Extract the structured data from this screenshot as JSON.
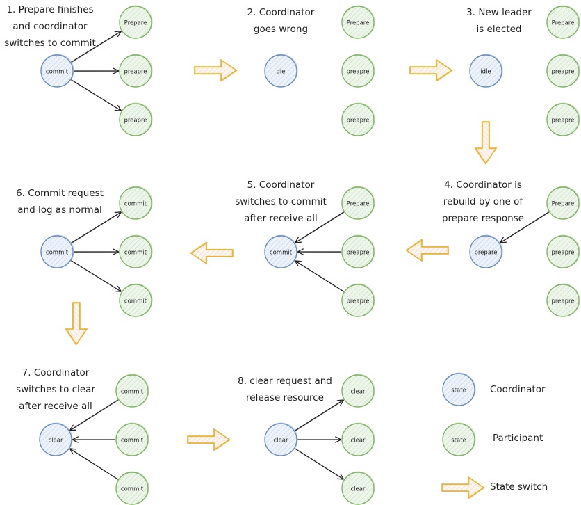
{
  "colors": {
    "coordinator_stroke": "#6c8ebf",
    "coordinator_fill": "#dae8fc",
    "participant_stroke": "#82b366",
    "participant_fill": "#d5e8d4",
    "state_switch_stroke": "#e6b12e",
    "state_switch_fill": "#fde9d9",
    "message_arrow": "#1e1e1e"
  },
  "steps": [
    {
      "id": 1,
      "caption": [
        "1. Prepare finishes",
        "and coordinator",
        "switches to commit"
      ],
      "coordinator": "commit",
      "participants": [
        "Prepare",
        "preapre",
        "preapre"
      ],
      "message_direction": "to-participants",
      "message_targets": [
        0,
        1,
        2
      ]
    },
    {
      "id": 2,
      "caption": [
        "2. Coordinator",
        "goes wrong"
      ],
      "coordinator": "die",
      "participants": [
        "Prepare",
        "preapre",
        "preapre"
      ],
      "message_direction": "none",
      "message_targets": []
    },
    {
      "id": 3,
      "caption": [
        "3. New leader",
        "is elected"
      ],
      "coordinator": "idle",
      "participants": [
        "Prepare",
        "preapre",
        "preapre"
      ],
      "message_direction": "none",
      "message_targets": []
    },
    {
      "id": 4,
      "caption": [
        "4. Coordinator is",
        "rebuild by one of",
        "prepare response"
      ],
      "coordinator": "prepare",
      "participants": [
        "Prepare",
        "preapre",
        "preapre"
      ],
      "message_direction": "to-coordinator",
      "message_targets": [
        0
      ]
    },
    {
      "id": 5,
      "caption": [
        "5. Coordinator",
        "switches to commit",
        "after receive all"
      ],
      "coordinator": "commit",
      "participants": [
        "Prepare",
        "preapre",
        "preapre"
      ],
      "message_direction": "to-coordinator",
      "message_targets": [
        0,
        1,
        2
      ]
    },
    {
      "id": 6,
      "caption": [
        "6. Commit request",
        "and log as normal"
      ],
      "coordinator": "commit",
      "participants": [
        "commit",
        "commit",
        "commit"
      ],
      "message_direction": "to-participants",
      "message_targets": [
        0,
        1,
        2
      ]
    },
    {
      "id": 7,
      "caption": [
        "7. Coordinator",
        "switches to clear",
        "after receive all"
      ],
      "coordinator": "clear",
      "participants": [
        "commit",
        "commit",
        "commit"
      ],
      "message_direction": "to-coordinator",
      "message_targets": [
        0,
        1,
        2
      ]
    },
    {
      "id": 8,
      "caption": [
        "8. clear request and",
        "release resource"
      ],
      "coordinator": "clear",
      "participants": [
        "clear",
        "clear",
        "clear"
      ],
      "message_direction": "to-participants",
      "message_targets": [
        0,
        1,
        2
      ]
    }
  ],
  "transitions": [
    {
      "from": 1,
      "to": 2,
      "direction": "right"
    },
    {
      "from": 2,
      "to": 3,
      "direction": "right"
    },
    {
      "from": 3,
      "to": 4,
      "direction": "down"
    },
    {
      "from": 4,
      "to": 5,
      "direction": "left"
    },
    {
      "from": 5,
      "to": 6,
      "direction": "left"
    },
    {
      "from": 6,
      "to": 7,
      "direction": "down"
    },
    {
      "from": 7,
      "to": 8,
      "direction": "right"
    }
  ],
  "legend": {
    "coordinator": {
      "node_text": "state",
      "label": "Coordinator"
    },
    "participant": {
      "node_text": "state",
      "label": "Participant"
    },
    "state_switch": {
      "label": "State switch"
    }
  }
}
